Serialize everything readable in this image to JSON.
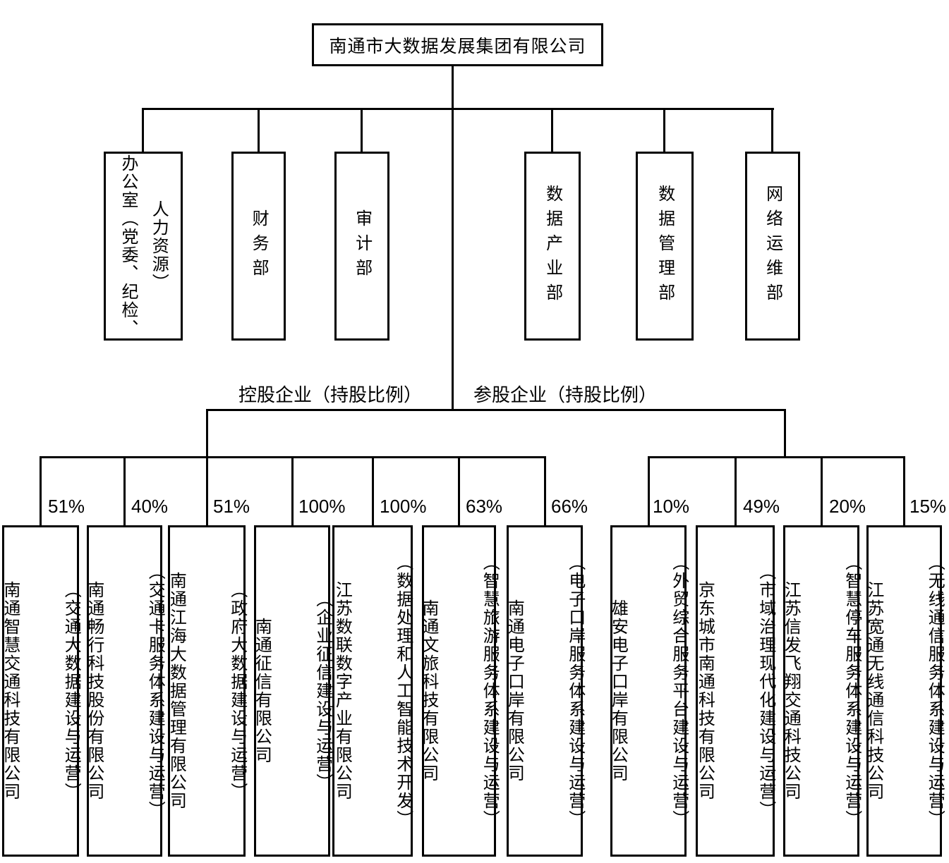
{
  "chart": {
    "title": "南通市大数据发展集团有限公司",
    "branch_labels": {
      "holding": "控股企业（持股比例）",
      "participating": "参股企业（持股比例）"
    },
    "departments": [
      {
        "label": "办公室（党委、纪检、\n人力资源）"
      },
      {
        "label": "财务部"
      },
      {
        "label": "审计部"
      },
      {
        "label": "数据产业部"
      },
      {
        "label": "数据管理部"
      },
      {
        "label": "网络运维部"
      }
    ],
    "holding_companies": [
      {
        "share": "51%",
        "name": "南通智慧交通科技有限公司",
        "business": "（交通大数据建设与运营）"
      },
      {
        "share": "40%",
        "name": "南通畅行科技股份有限公司",
        "business": "（交通卡服务体系建设与运营）"
      },
      {
        "share": "51%",
        "name": "南通江海大数据管理有限公司",
        "business": "（政府大数据建设与运营）"
      },
      {
        "share": "100%",
        "name": "南通征信有限公司",
        "business": "（企业征信建设与运营）"
      },
      {
        "share": "100%",
        "name": "江苏数联数字产业有限公司",
        "business": "（数据处理和人工智能技术开发）"
      },
      {
        "share": "63%",
        "name": "南通文旅科技有限公司",
        "business": "（智慧旅游服务体系建设与运营）"
      },
      {
        "share": "66%",
        "name": "南通电子口岸有限公司",
        "business": "（电子口岸服务体系建设与运营）"
      }
    ],
    "participating_companies": [
      {
        "share": "10%",
        "name": "雄安电子口岸有限公司",
        "business": "（外贸综合服务平台建设与运营）"
      },
      {
        "share": "49%",
        "name": "京东城市南通科技有限公司",
        "business": "（市域治理现代化建设与运营）"
      },
      {
        "share": "20%",
        "name": "江苏信发飞翔交通科技公司",
        "business": "（智慧停车服务体系建设与运营）"
      },
      {
        "share": "15%",
        "name": "江苏宽通无线通信科技公司",
        "business": "（无线通信服务体系建设与运营）"
      }
    ]
  }
}
